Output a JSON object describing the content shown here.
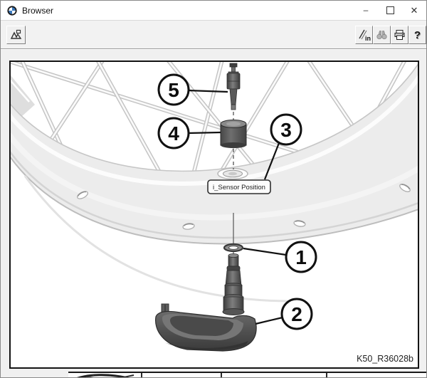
{
  "window": {
    "title": "Browser"
  },
  "titlebar": {
    "app_icon": "bmw-roundel-icon",
    "minimize_glyph": "–",
    "close_glyph": "✕"
  },
  "toolbar": {
    "hotspot_select_button": {
      "icon": "hotspot-select-icon"
    },
    "measure_button": {
      "icon": "measure-ruler-icon",
      "unit_text": "in"
    },
    "search_button": {
      "icon": "binoculars-icon",
      "state": "disabled"
    },
    "print_button": {
      "icon": "printer-icon"
    },
    "help_button": {
      "icon": "question-mark-icon",
      "glyph": "?"
    }
  },
  "diagram": {
    "figure_id": "K50_R36028b",
    "hotspot_label": "i_Sensor Position",
    "callouts": [
      {
        "number": "1"
      },
      {
        "number": "2"
      },
      {
        "number": "3"
      },
      {
        "number": "4"
      },
      {
        "number": "5"
      }
    ]
  },
  "colors": {
    "window_bg": "#f0f0f0",
    "canvas_border": "#141414",
    "callout_stroke": "#111111"
  }
}
